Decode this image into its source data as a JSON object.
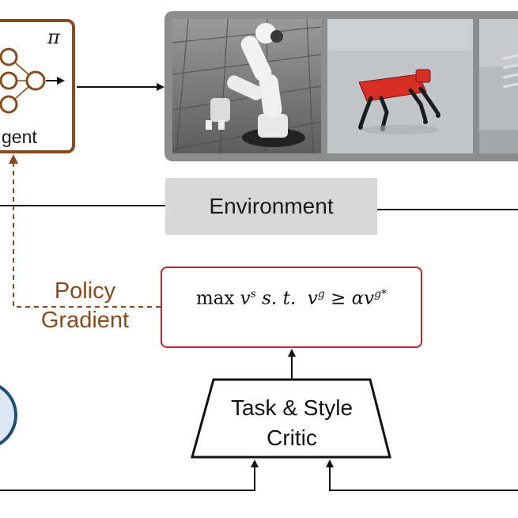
{
  "agent": {
    "label": "gent",
    "policy_symbol": "π"
  },
  "environment": {
    "label": "Environment",
    "panels": [
      {
        "name": "robot-arm-simulation"
      },
      {
        "name": "quadruped-robot-simulation"
      },
      {
        "name": "terrain-simulation"
      }
    ]
  },
  "policy_gradient": {
    "line1": "Policy",
    "line2": "Gradient"
  },
  "objective": {
    "max": "max",
    "v_s": "v",
    "s_sup": "s",
    "st": "s. t.",
    "v_g": "v",
    "g_sup": "g",
    "geq": "≥",
    "alpha_v": "αv",
    "g_star_sup": "g*"
  },
  "critic": {
    "line1": "Task & Style",
    "line2": "Critic"
  },
  "colors": {
    "agent_border": "#8a4a1c",
    "policy_gradient": "#8a4a1c",
    "objective_border": "#c8242b",
    "environment_frame": "#8d8d8d",
    "environment_label_bg": "#d8d8d8",
    "critic_fill": "#ffffff",
    "circle_fill": "#dce8f3",
    "circle_border": "#1f4e79"
  }
}
